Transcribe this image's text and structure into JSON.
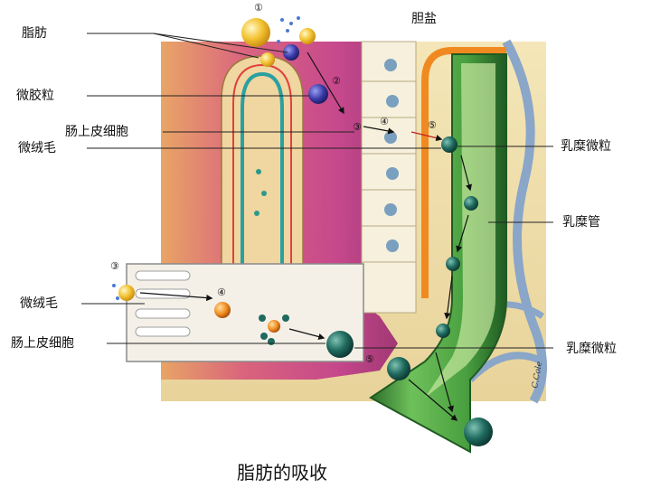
{
  "labels": {
    "fat": "脂肪",
    "bile_salt": "胆盐",
    "micelle": "微胶粒",
    "epithelial_cell_top": "肠上皮细胞",
    "microvilli_top": "微绒毛",
    "chylomicron_top": "乳糜微粒",
    "lacteal": "乳糜管",
    "microvilli_bottom": "微绒毛",
    "epithelial_cell_bottom": "肠上皮细胞",
    "chylomicron_bottom": "乳糜微粒"
  },
  "steps": {
    "s1": "①",
    "s2": "②",
    "s3_top": "③",
    "s4_top": "④",
    "s5_top": "⑤",
    "s3_bottom": "③",
    "s4_bottom": "④",
    "s5_bottom": "⑤"
  },
  "caption": "脂肪的吸收",
  "signature": "C.Cole",
  "colors": {
    "fat_droplet": "#f2c230",
    "micelle": "#3a3aa8",
    "chylomicron": "#1f6a5e",
    "lacteal": "#3f9a3a",
    "mucosa": "#c23b8a",
    "vessel": "#8aa6c8"
  }
}
